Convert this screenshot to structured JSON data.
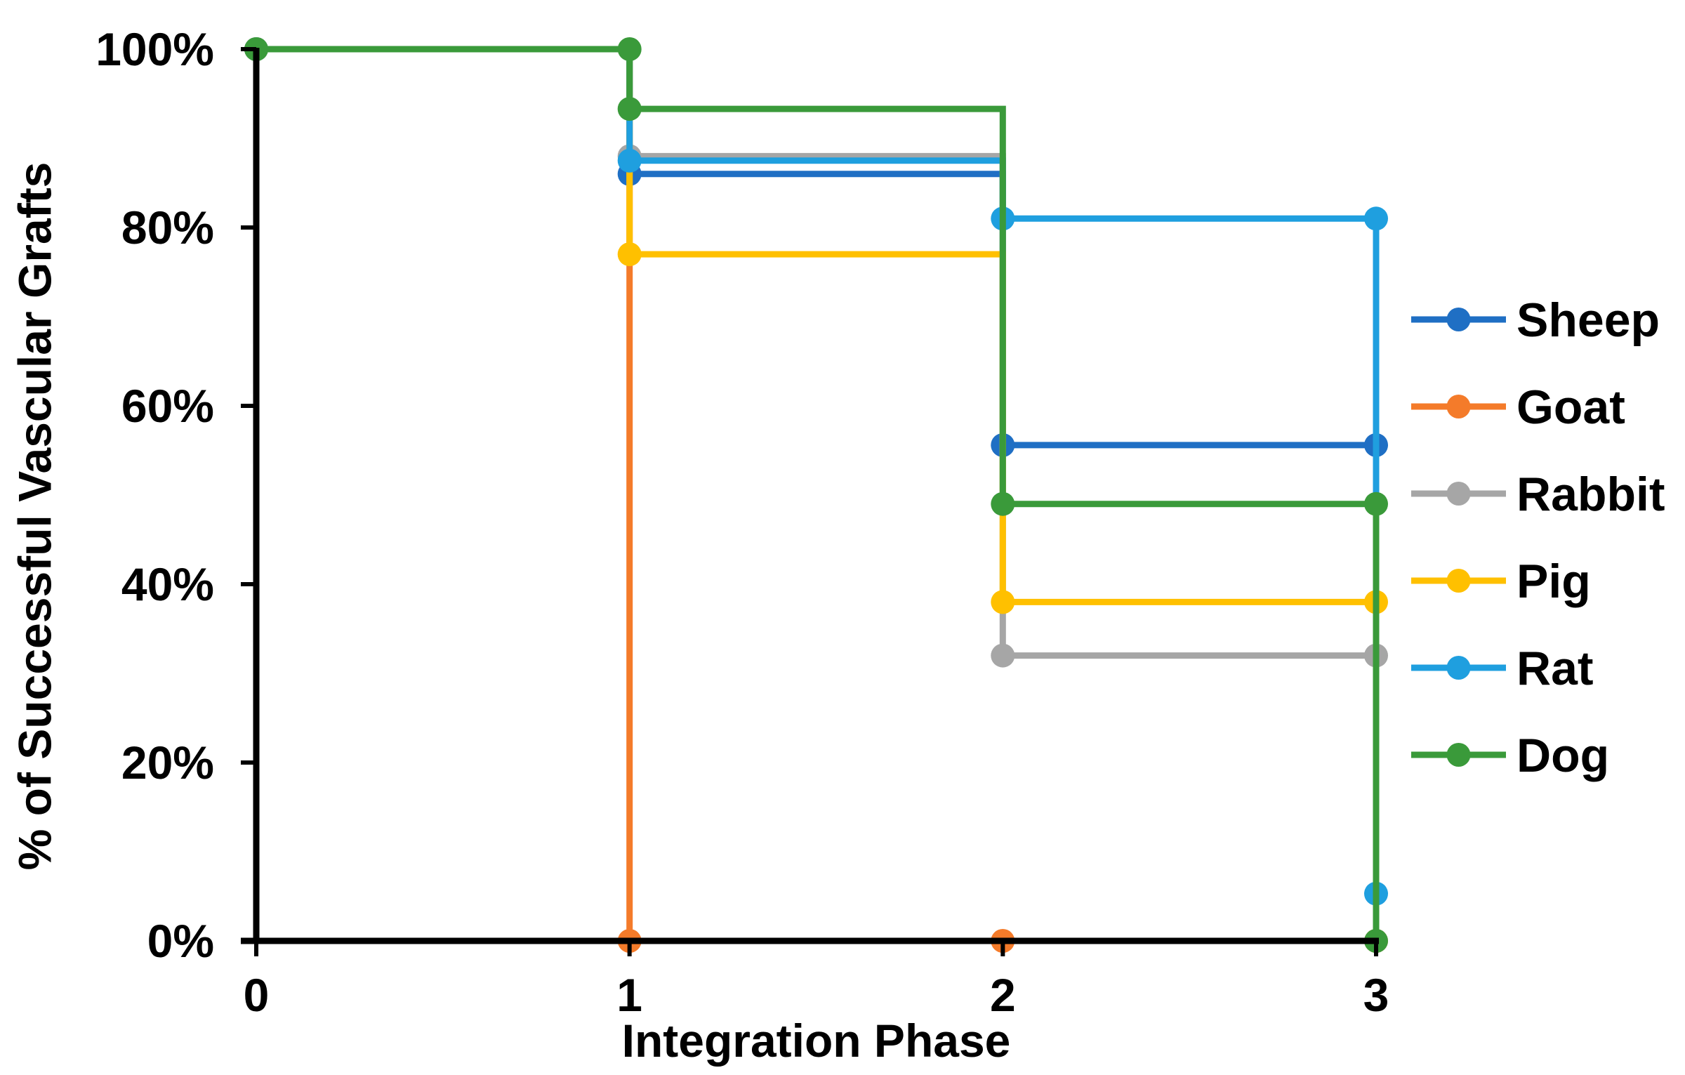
{
  "chart_data": {
    "type": "line",
    "step": "post",
    "title": "",
    "xlabel": "Integration Phase",
    "ylabel": "% of Successful Vascular Grafts",
    "x": [
      0,
      1,
      2,
      3
    ],
    "x_ticks": [
      "0",
      "1",
      "2",
      "3"
    ],
    "xlim": [
      0,
      3
    ],
    "ylim": [
      0,
      100
    ],
    "y_ticks": [
      "0%",
      "20%",
      "40%",
      "60%",
      "80%",
      "100%"
    ],
    "y_tick_values": [
      0,
      20,
      40,
      60,
      80,
      100
    ],
    "grid": false,
    "legend_position": "right",
    "series": [
      {
        "name": "Sheep",
        "color": "#1f6fc4",
        "values": [
          100,
          86,
          55.6,
          55.6
        ]
      },
      {
        "name": "Goat",
        "color": "#f47b2a",
        "values": [
          100,
          0,
          0,
          0
        ]
      },
      {
        "name": "Rabbit",
        "color": "#a6a6a6",
        "values": [
          100,
          88,
          32,
          32
        ]
      },
      {
        "name": "Pig",
        "color": "#ffc000",
        "values": [
          100,
          77,
          38,
          38
        ]
      },
      {
        "name": "Rat",
        "color": "#1f9fdf",
        "values": [
          100,
          87.5,
          81,
          81
        ],
        "end_point": 5.3
      },
      {
        "name": "Dog",
        "color": "#3a9a3a",
        "values": [
          100,
          93.3,
          49,
          49
        ],
        "extra_point_x1": 100,
        "end_point": 0
      }
    ]
  }
}
